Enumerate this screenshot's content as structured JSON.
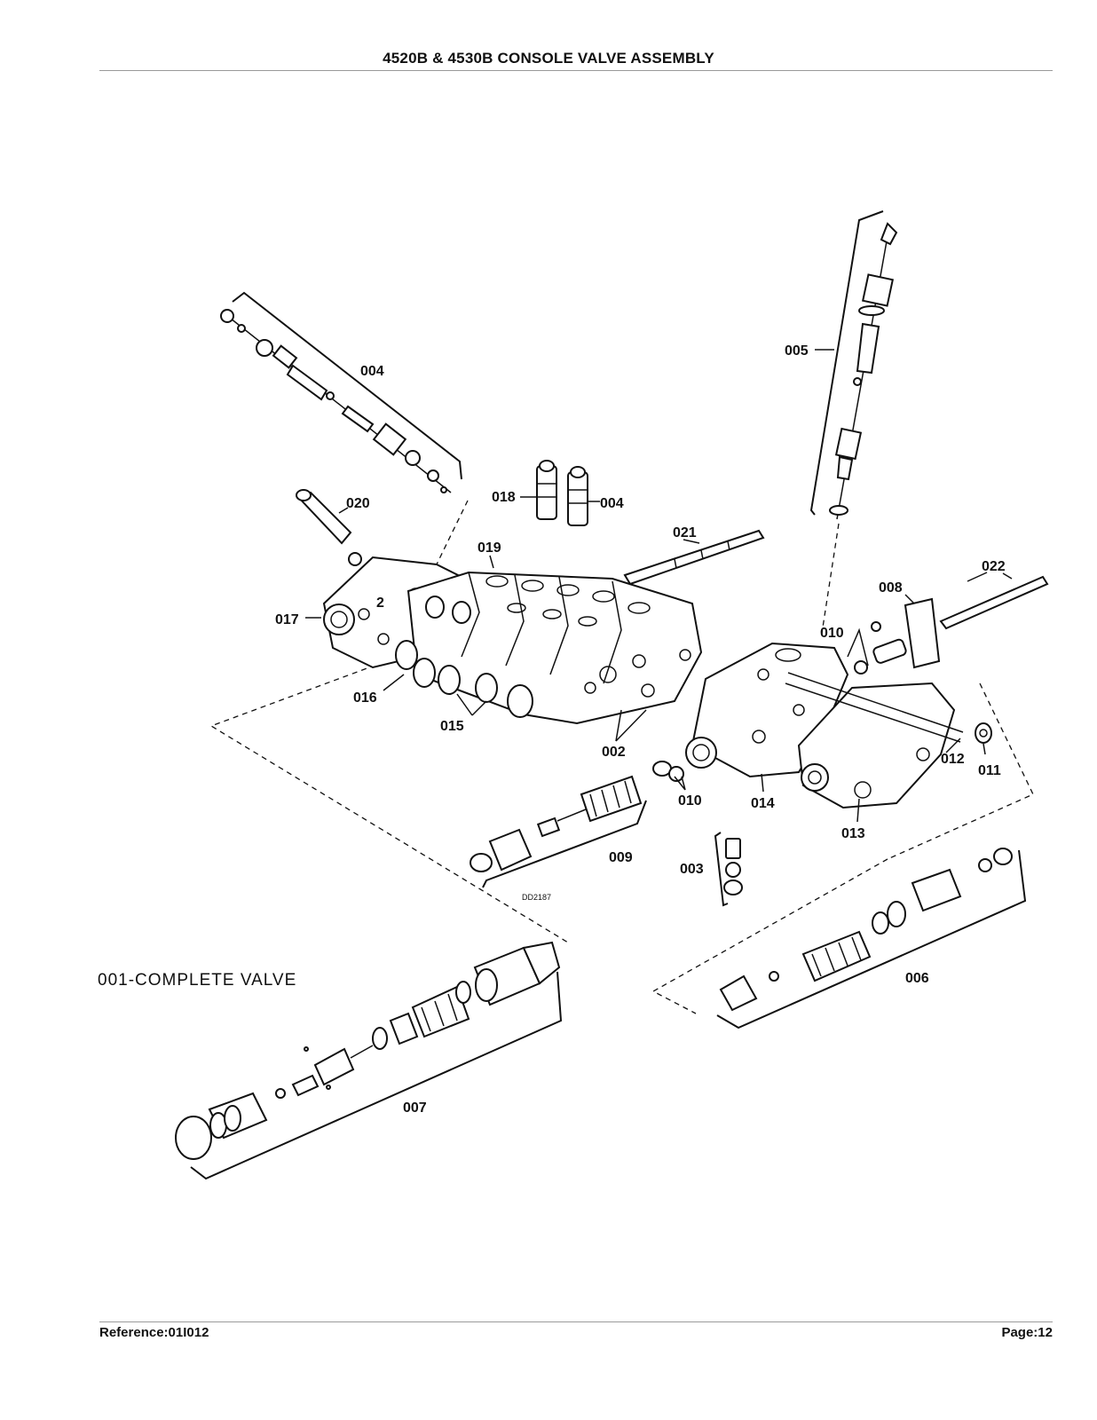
{
  "header": {
    "title": "4520B & 4530B CONSOLE VALVE ASSEMBLY"
  },
  "footer": {
    "reference": "Reference:01I012",
    "page": "Page:12"
  },
  "diagram": {
    "caption": "001-COMPLETE VALVE",
    "drawing_id": "DD2187",
    "callouts": {
      "c004a": "004",
      "c005": "005",
      "c020": "020",
      "c018": "018",
      "c004b": "004",
      "c021": "021",
      "c019": "019",
      "c022": "022",
      "c008": "008",
      "c017": "017",
      "c2": "2",
      "c010a": "010",
      "c016": "016",
      "c015": "015",
      "c002": "002",
      "c012": "012",
      "c011": "011",
      "c010b": "010",
      "c014": "014",
      "c013": "013",
      "c009": "009",
      "c003": "003",
      "c006": "006",
      "c007": "007"
    }
  }
}
